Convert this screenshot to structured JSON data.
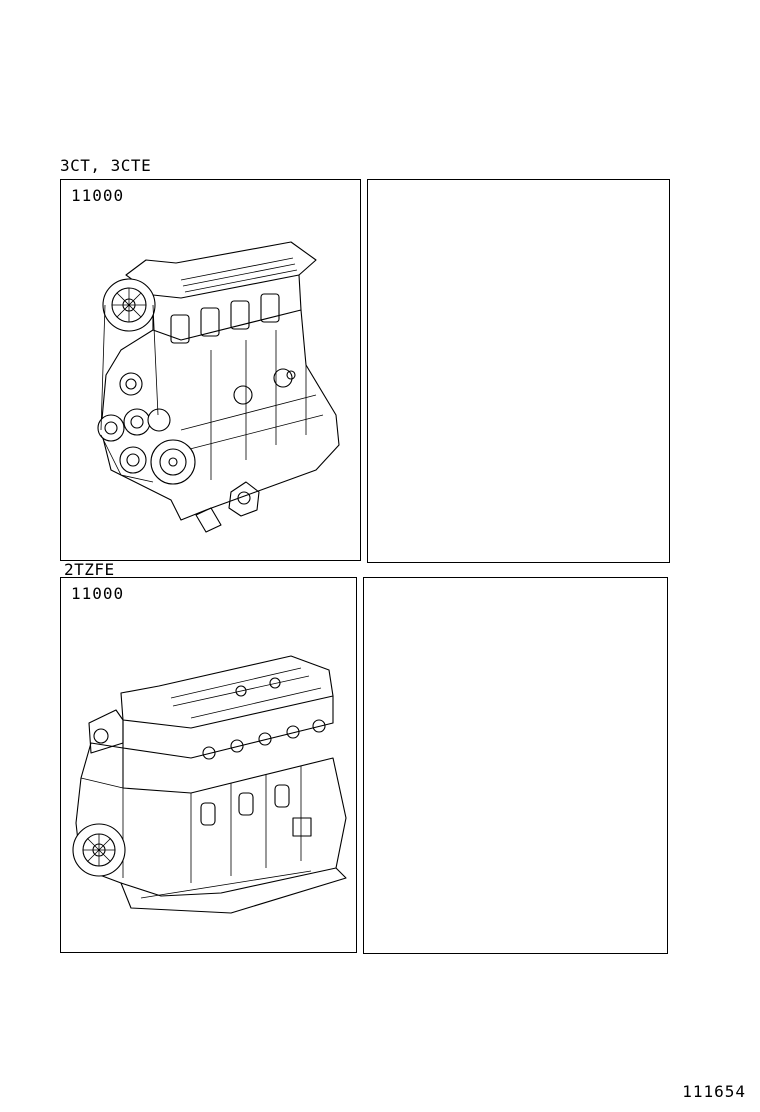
{
  "sections": [
    {
      "label": "3CT, 3CTE",
      "part_number": "11000",
      "illustration": "engine-assembly-3ct-illustration"
    },
    {
      "label": "2TZFE",
      "part_number": "11000",
      "illustration": "engine-assembly-2tzfe-illustration"
    }
  ],
  "footer": {
    "code": "111654"
  }
}
